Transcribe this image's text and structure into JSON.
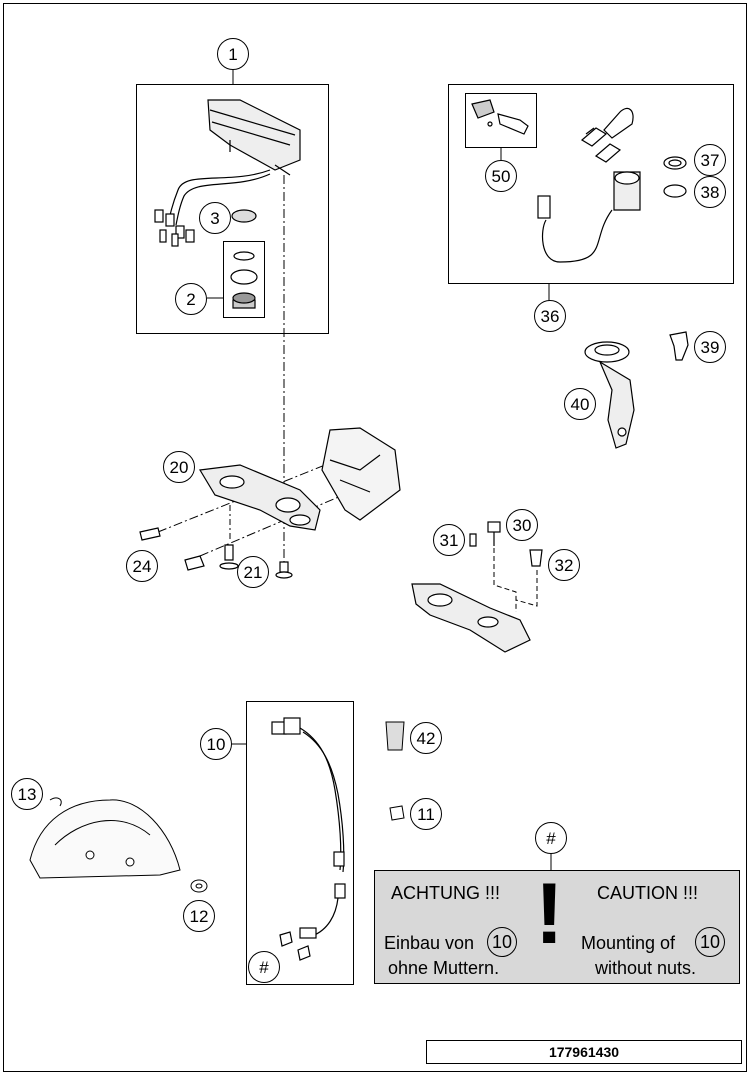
{
  "callouts": {
    "c1": "1",
    "c2": "2",
    "c3": "3",
    "c10": "10",
    "c11": "11",
    "c12": "12",
    "c13": "13",
    "c20": "20",
    "c21": "21",
    "c24": "24",
    "c30": "30",
    "c31": "31",
    "c32": "32",
    "c36": "36",
    "c37": "37",
    "c38": "38",
    "c39": "39",
    "c40": "40",
    "c42": "42",
    "c50": "50",
    "hash_top": "#",
    "hash_bottom": "#"
  },
  "warning": {
    "de_title": "ACHTUNG !!!",
    "en_title": "CAUTION !!!",
    "exclamation": "!",
    "de_line1": "Einbau von",
    "de_line2": "ohne Muttern.",
    "en_line1": "Mounting of",
    "en_line2": "without nuts.",
    "ref_de": "10",
    "ref_en": "10"
  },
  "document_number": "177961430"
}
